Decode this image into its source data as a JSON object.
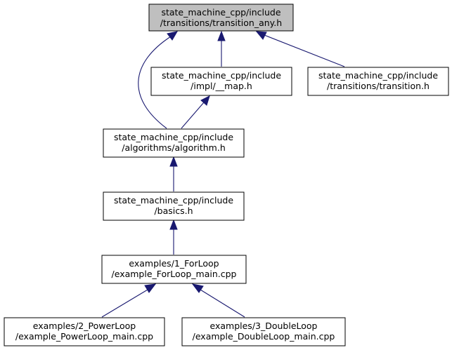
{
  "nodes": {
    "transition_any": {
      "line1": "state_machine_cpp/include",
      "line2": "/transitions/transition_any.h"
    },
    "impl_map": {
      "line1": "state_machine_cpp/include",
      "line2": "/impl/__map.h"
    },
    "transition": {
      "line1": "state_machine_cpp/include",
      "line2": "/transitions/transition.h"
    },
    "algorithm": {
      "line1": "state_machine_cpp/include",
      "line2": "/algorithms/algorithm.h"
    },
    "basics": {
      "line1": "state_machine_cpp/include",
      "line2": "/basics.h"
    },
    "forloop": {
      "line1": "examples/1_ForLoop",
      "line2": "/example_ForLoop_main.cpp"
    },
    "powerloop": {
      "line1": "examples/2_PowerLoop",
      "line2": "/example_PowerLoop_main.cpp"
    },
    "doubleloop": {
      "line1": "examples/3_DoubleLoop",
      "line2": "/example_DoubleLoop_main.cpp"
    }
  },
  "colors": {
    "edge": "#191970",
    "root_fill": "#bfbfbf",
    "node_fill": "#ffffff"
  }
}
